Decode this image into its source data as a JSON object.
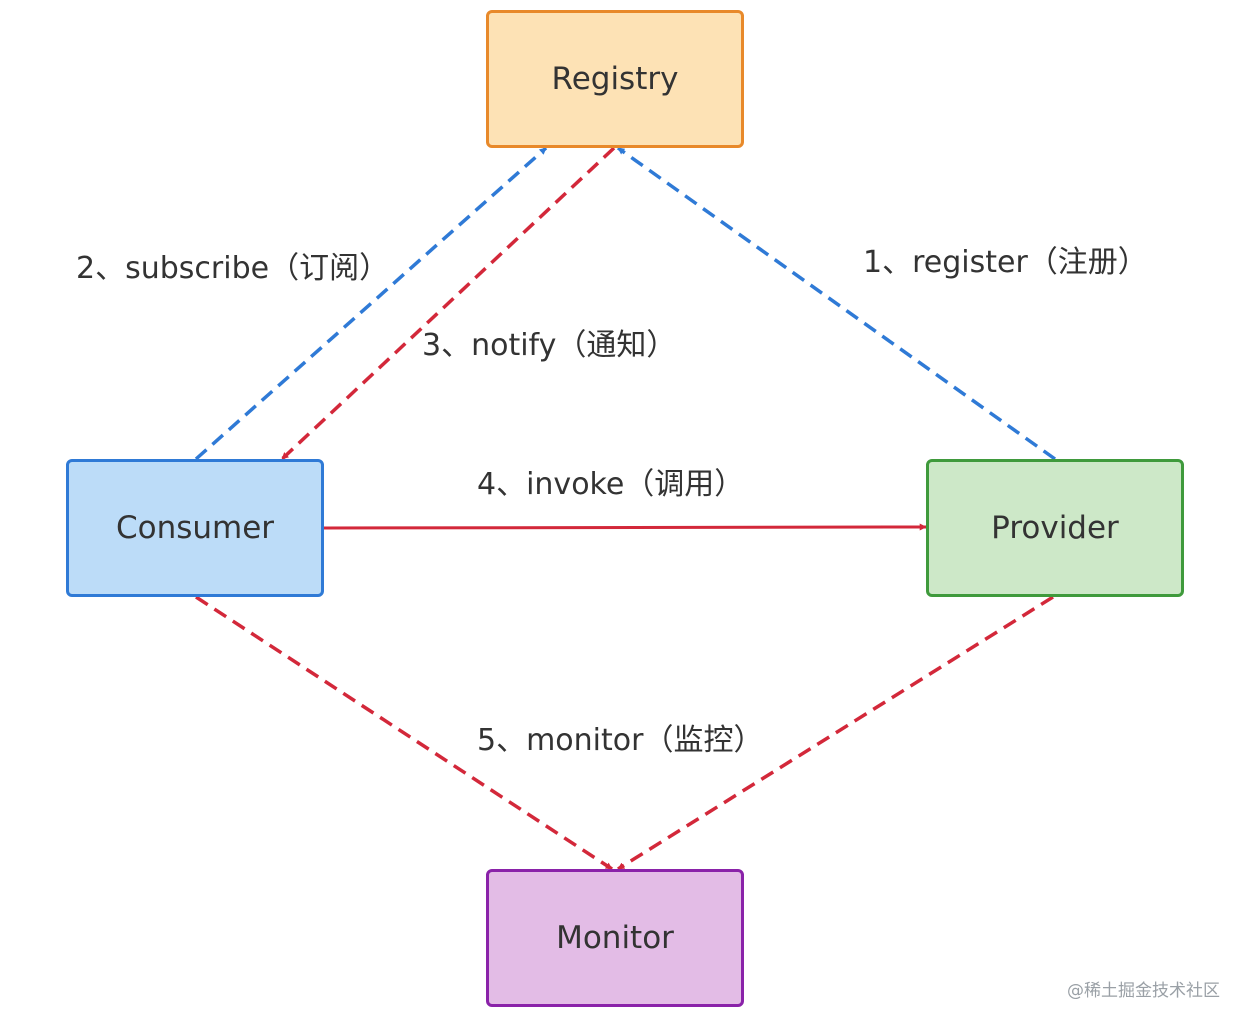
{
  "nodes": {
    "registry": {
      "label": "Registry",
      "fill": "#fde2b5",
      "stroke": "#e8892a"
    },
    "consumer": {
      "label": "Consumer",
      "fill": "#bcdcf8",
      "stroke": "#2f7ad6"
    },
    "provider": {
      "label": "Provider",
      "fill": "#cde8c8",
      "stroke": "#3f9a3c"
    },
    "monitor": {
      "label": "Monitor",
      "fill": "#e3bce6",
      "stroke": "#8a22a9"
    }
  },
  "edges": [
    {
      "id": "subscribe",
      "label": "2、subscribe（订阅）",
      "from": "consumer",
      "to": "registry",
      "color": "#2f7ad6",
      "style": "dashed"
    },
    {
      "id": "register",
      "label": "1、register（注册）",
      "from": "provider",
      "to": "registry",
      "color": "#2f7ad6",
      "style": "dashed"
    },
    {
      "id": "notify",
      "label": "3、notify（通知）",
      "from": "registry",
      "to": "consumer",
      "color": "#d3283a",
      "style": "dashed"
    },
    {
      "id": "invoke",
      "label": "4、invoke（调用）",
      "from": "consumer",
      "to": "provider",
      "color": "#d3283a",
      "style": "solid"
    },
    {
      "id": "monitor-consumer",
      "label": "5、monitor（监控）",
      "from": "consumer",
      "to": "monitor",
      "color": "#d3283a",
      "style": "dashed"
    },
    {
      "id": "monitor-provider",
      "label": "",
      "from": "provider",
      "to": "monitor",
      "color": "#d3283a",
      "style": "dashed"
    }
  ],
  "watermark": "@稀土掘金技术社区"
}
